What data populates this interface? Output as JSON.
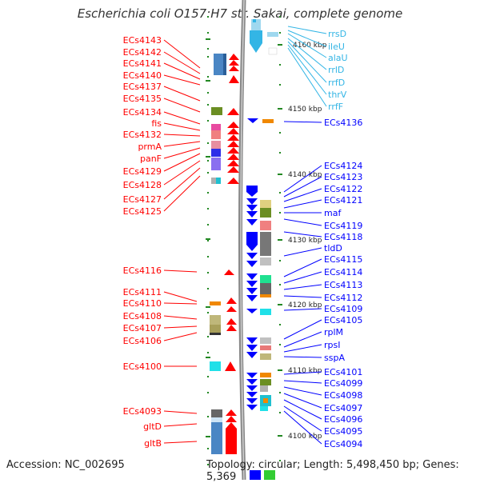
{
  "title": "Escherichia coli O157:H7 str. Sakai, complete genome",
  "footer": {
    "accession": "Accession: NC_002695",
    "topology": "Topology: circular; Length: 5,498,450 bp; Genes: 5,369"
  },
  "scale_labels": [
    "4160 kbp",
    "4150 kbp",
    "4140 kbp",
    "4130 kbp",
    "4120 kbp",
    "4110 kbp",
    "4100 kbp"
  ],
  "left_genes": [
    "ECs4143",
    "ECs4142",
    "ECs4141",
    "ECs4140",
    "ECs4137",
    "ECs4135",
    "ECs4134",
    "fis",
    "ECs4132",
    "prmA",
    "panF",
    "ECs4129",
    "ECs4128",
    "ECs4127",
    "ECs4125",
    "ECs4116",
    "ECs4111",
    "ECs4110",
    "ECs4108",
    "ECs4107",
    "ECs4106",
    "ECs4100",
    "ECs4093",
    "gltD",
    "gltB"
  ],
  "right_top_genes": [
    "rrsD",
    "ileU",
    "alaU",
    "rrlD",
    "rrfD",
    "thrV",
    "rrfF"
  ],
  "right_genes": [
    "ECs4136",
    "ECs4124",
    "ECs4123",
    "ECs4122",
    "ECs4121",
    "maf",
    "ECs4119",
    "ECs4118",
    "tldD",
    "ECs4115",
    "ECs4114",
    "ECs4113",
    "ECs4112",
    "ECs4109",
    "ECs4105",
    "rplM",
    "rpsI",
    "sspA",
    "ECs4101",
    "ECs4099",
    "ECs4098",
    "ECs4097",
    "ECs4096",
    "ECs4095",
    "ECs4094"
  ],
  "colors": {
    "forward": "#ff0000",
    "reverse": "#0000ff",
    "rna": "#33b5e5",
    "tick": "#228822",
    "axis": "#888888"
  }
}
